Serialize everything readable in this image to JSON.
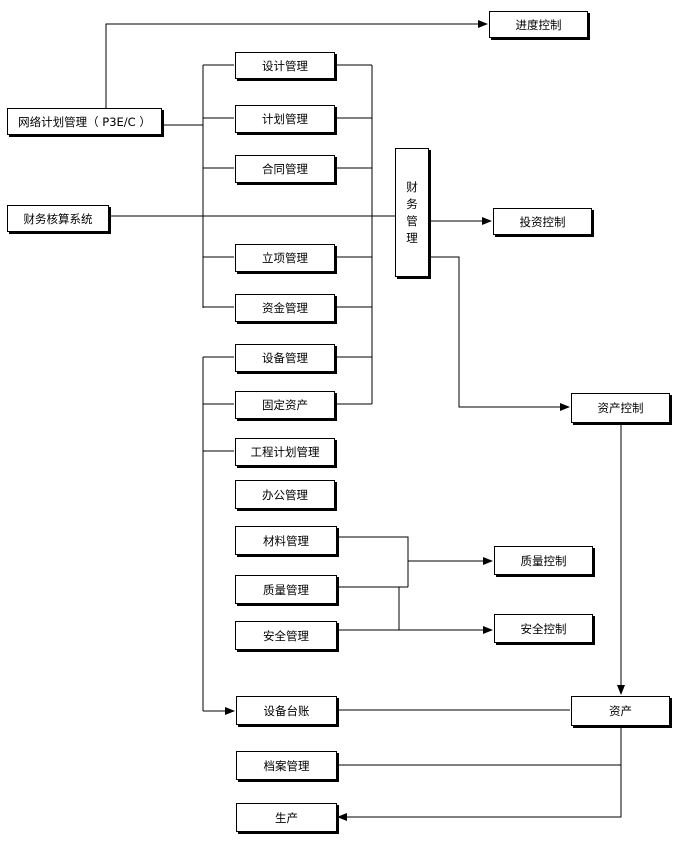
{
  "nodes": {
    "progress_control": "进度控制",
    "network_plan": "网络计划管理（ P3E/C ）",
    "finance_accounting": "财务核算系统",
    "design_mgmt": "设计管理",
    "plan_mgmt": "计划管理",
    "contract_mgmt": "合同管理",
    "finance_mgmt": [
      "财",
      "务",
      "管",
      "理"
    ],
    "investment_control": "投资控制",
    "project_approval": "立项管理",
    "fund_mgmt": "资金管理",
    "equipment_mgmt": "设备管理",
    "fixed_assets": "固定资产",
    "asset_control": "资产控制",
    "engineering_plan": "工程计划管理",
    "office_mgmt": "办公管理",
    "material_mgmt": "材料管理",
    "quality_control": "质量控制",
    "quality_mgmt": "质量管理",
    "safety_mgmt": "安全管理",
    "safety_control": "安全控制",
    "equipment_ledger": "设备台账",
    "assets": "资产",
    "archive_mgmt": "档案管理",
    "production": "生产"
  }
}
